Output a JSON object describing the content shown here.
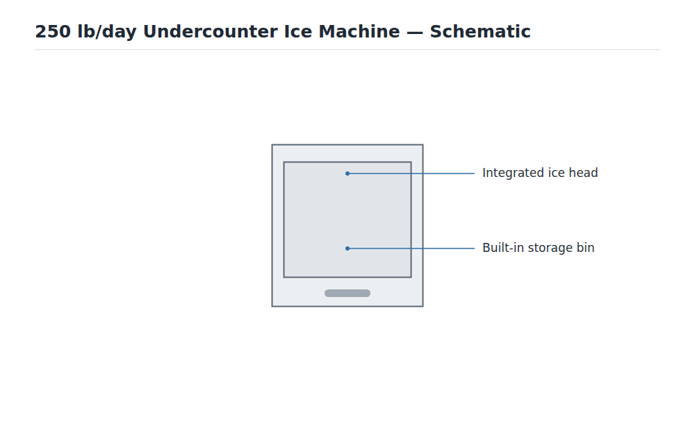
{
  "diagram": {
    "title": "250 lb/day Undercounter Ice Machine — Schematic",
    "labels": [
      "Integrated ice head",
      "Built-in storage bin"
    ]
  }
}
